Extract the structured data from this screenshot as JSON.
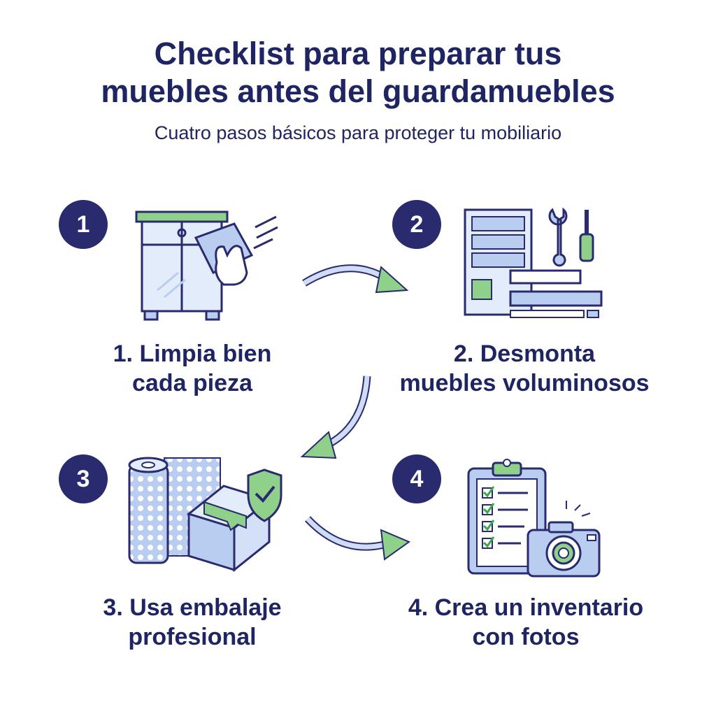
{
  "title": {
    "line1": "Checklist para preparar tus",
    "line2": "muebles antes del guardamuebles"
  },
  "subtitle": "Cuatro pasos básicos para proteger tu mobiliario",
  "steps": [
    {
      "number": "1",
      "label_line1": "1. Limpia bien",
      "label_line2": "cada pieza",
      "icon": "cleaning-cabinet-icon"
    },
    {
      "number": "2",
      "label_line1": "2. Desmonta",
      "label_line2": "muebles voluminosos",
      "icon": "disassemble-furniture-icon"
    },
    {
      "number": "3",
      "label_line1": "3. Usa embalaje",
      "label_line2": "profesional",
      "icon": "packing-materials-icon"
    },
    {
      "number": "4",
      "label_line1": "4. Crea un inventario",
      "label_line2": "con fotos",
      "icon": "inventory-camera-icon"
    }
  ],
  "colors": {
    "navy": "#2a2a6e",
    "text": "#1f2563",
    "light_blue": "#b9cdf0",
    "green": "#8fd08a"
  }
}
